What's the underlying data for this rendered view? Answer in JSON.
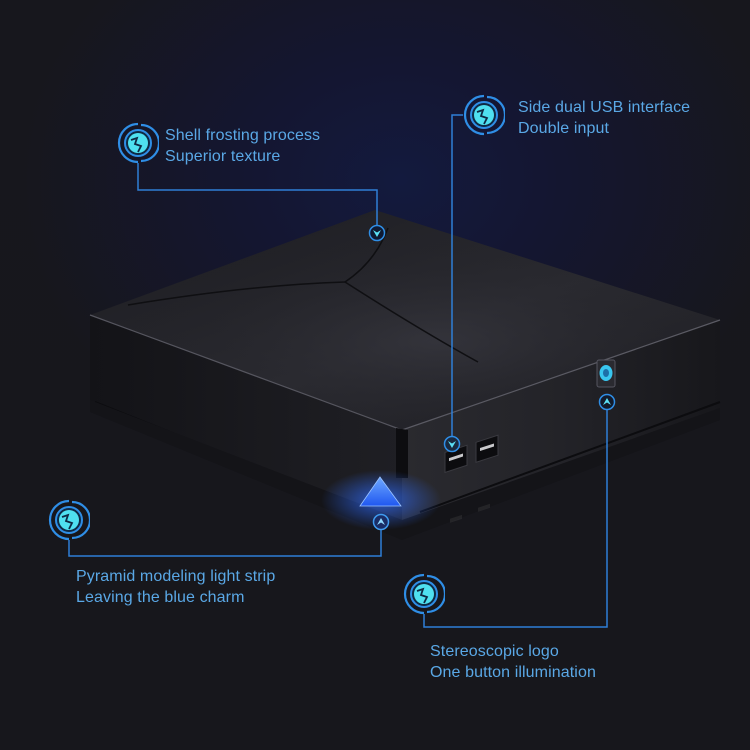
{
  "colors": {
    "background": "#17171c",
    "accent_text": "#5aa8e6",
    "accent_line": "#2f7fd6",
    "icon_cyan": "#4fe0f0",
    "device_body": "#1e1e22",
    "light_strip": "#2f6cff"
  },
  "product": {
    "name": "mini-pc-box",
    "features": [
      "shell",
      "usb-ports",
      "light-strip",
      "logo-button"
    ]
  },
  "callouts": [
    {
      "id": "shell",
      "icon": "globe-badge-icon",
      "lines": [
        "Shell frosting process",
        "Superior texture"
      ],
      "pointer": "chevron-down-icon"
    },
    {
      "id": "usb",
      "icon": "globe-badge-icon",
      "lines": [
        "Side dual USB interface",
        "Double input"
      ],
      "pointer": "chevron-down-icon"
    },
    {
      "id": "pyramid",
      "icon": "globe-badge-icon",
      "lines": [
        "Pyramid modeling light strip",
        "Leaving the blue charm"
      ],
      "pointer": "chevron-up-icon"
    },
    {
      "id": "logo",
      "icon": "globe-badge-icon",
      "lines": [
        "Stereoscopic logo",
        "One button illumination"
      ],
      "pointer": "chevron-up-icon"
    }
  ]
}
